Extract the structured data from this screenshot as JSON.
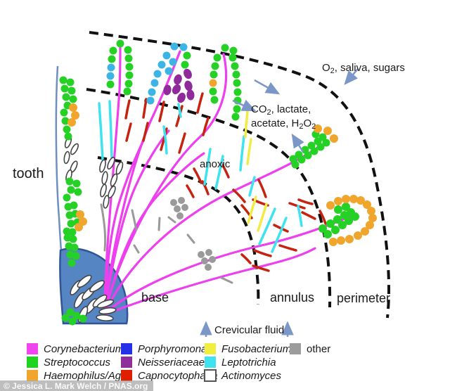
{
  "figure": {
    "labels": {
      "tooth": "tooth",
      "anoxic": "anoxic",
      "base": "base",
      "annulus": "annulus",
      "perimeter": "perimeter"
    },
    "annotations": {
      "o2": {
        "pre": "O",
        "sub": "2",
        "post": ", saliva, sugars"
      },
      "co2_line1": {
        "pre": "CO",
        "sub": "2",
        "post": ", lactate,"
      },
      "co2_line2": {
        "p1": "acetate, H",
        "s1": "2",
        "p2": "O",
        "s2": "2"
      },
      "crevicular": "Crevicular fluid"
    },
    "watermark": "© Jessica L. Mark Welch / PNAS.org",
    "colors": {
      "corynebacterium": "#ee3fee",
      "streptococcus": "#25d125",
      "haemophilus": "#f0a62c",
      "porphyromonas_dots": "#3cb4e6",
      "neisseriaceae": "#8e2a9a",
      "capnocytophaga": "#c52310",
      "fusobacterium": "#f0ec45",
      "leptotrichia": "#3fe3ef",
      "actinomyces": "#ffffff",
      "other": "#9a9a9a",
      "tooth_fill": "#5585c3",
      "tooth_edge": "#2f5596",
      "arrow": "#7b97c8",
      "arc": "#111111"
    },
    "legend": {
      "items": [
        {
          "label": "Corynebacterium",
          "color": "#f044ee"
        },
        {
          "label": "Streptococcus",
          "color": "#1fd41f"
        },
        {
          "label": "Haemophilus/Aggr.",
          "color": "#f2a52c"
        },
        {
          "label": "Porphyromonas",
          "color": "#2531e6"
        },
        {
          "label": "Neisseriaceae",
          "color": "#8f2f9c"
        },
        {
          "label": "Capnocytophaga",
          "color": "#e01f00"
        },
        {
          "label": "Fusobacterium",
          "color": "#f2ee3f"
        },
        {
          "label": "Leptotrichia",
          "color": "#3fe3ef"
        },
        {
          "label": "Actinomyces",
          "color": "#ffffff"
        },
        {
          "label": "other",
          "color": "#9c9c9c"
        }
      ]
    }
  }
}
